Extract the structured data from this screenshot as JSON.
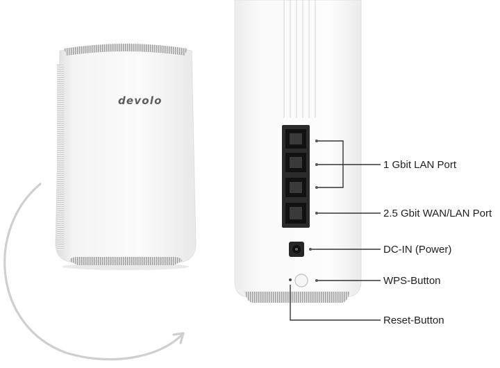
{
  "product": {
    "logo_text": "devolo"
  },
  "callouts": {
    "lan_port": "1 Gbit LAN Port",
    "wan_lan_port": "2.5 Gbit WAN/LAN Port",
    "dc_in": "DC-IN (Power)",
    "wps_button": "WPS-Button",
    "reset_button": "Reset-Button"
  },
  "colors": {
    "device_body": "#f7f7f7",
    "vent": "#bdbdbd",
    "port_panel": "#2b2b2b",
    "callout_line": "#333333",
    "rotation_arrow": "#cfcfcf"
  },
  "icons": {
    "rotation": "rotate-arrow-icon"
  }
}
